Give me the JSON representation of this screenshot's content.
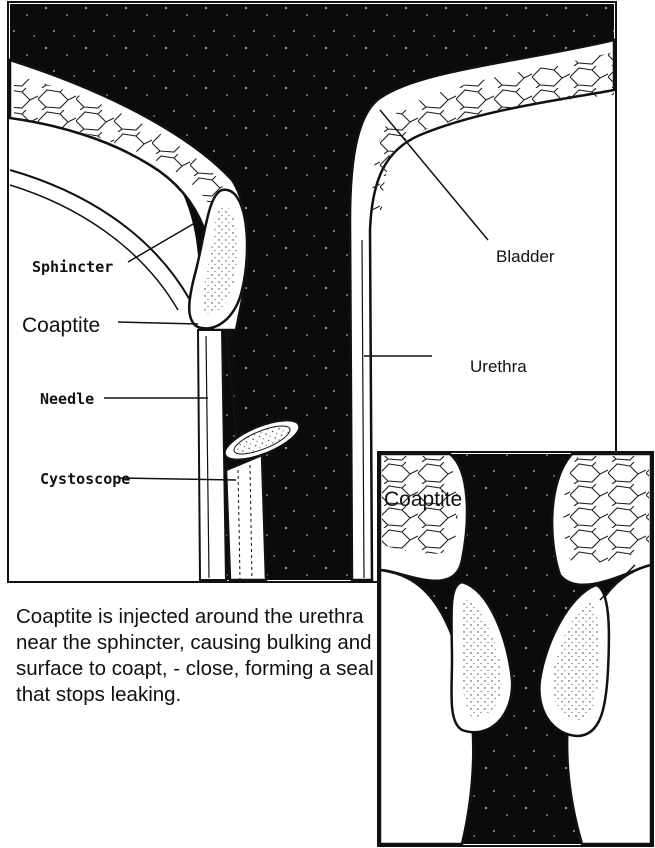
{
  "labels": {
    "sphincter": "Sphincter",
    "coaptite": "Coaptite",
    "needle": "Needle",
    "cystoscope": "Cystoscope",
    "bladder": "Bladder",
    "urethra": "Urethra",
    "inset_coaptite": "Coaptite"
  },
  "caption": "Coaptite is injected around the urethra near the sphincter, causing bulking and surface to coapt, - close, forming a seal that stops leaking."
}
